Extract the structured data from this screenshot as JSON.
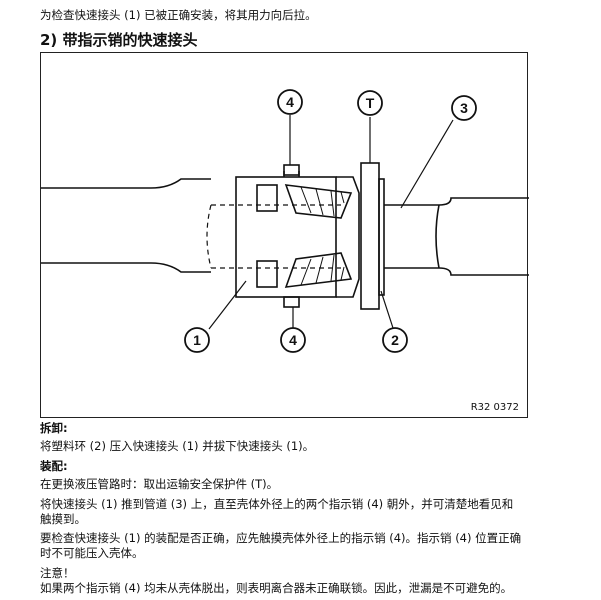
{
  "intro_line": "为检查快速接头 (1) 已被正确安装，将其用力向后拉。",
  "section_title": "2) 带指示销的快速接头",
  "figure": {
    "figure_id": "R32 0372",
    "callouts": [
      "4",
      "T",
      "3",
      "1",
      "4",
      "2"
    ]
  },
  "removal": {
    "heading": "拆卸:",
    "text": "将塑料环 (2) 压入快速接头 (1) 并拔下快速接头 (1)。"
  },
  "assembly": {
    "heading": "装配:",
    "step1": "在更换液压管路时：取出运输安全保护件 (T)。",
    "step2_line1": "将快速接头 (1) 推到管道 (3) 上，直至壳体外径上的两个指示销 (4) 朝外，并可清楚地看见和",
    "step2_line2": "触摸到。",
    "step3_line1": "要检查快速接头 (1) 的装配是否正确，应先触摸壳体外径上的指示销 (4)。指示销 (4) 位置正确",
    "step3_line2": "时不可能压入壳体。"
  },
  "note": {
    "heading": "注意！",
    "text": "如果两个指示销 (4) 均未从壳体脱出，则表明离合器未正确联锁。因此，泄漏是不可避免的。"
  }
}
